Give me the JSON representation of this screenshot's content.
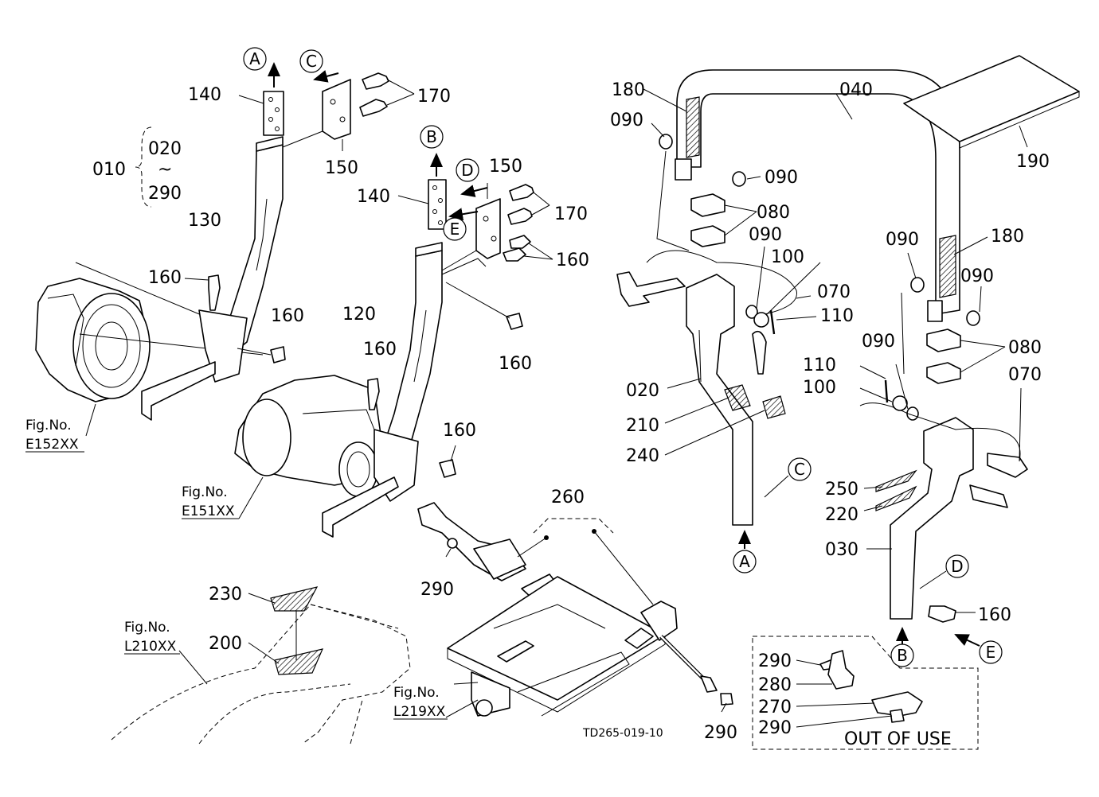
{
  "labels": {
    "l010": "010",
    "l020a": "020",
    "l290a": "290",
    "tilde": "~",
    "l140a": "140",
    "l140b": "140",
    "l130": "130",
    "l120": "120",
    "l150a": "150",
    "l150b": "150",
    "l170a": "170",
    "l170b": "170",
    "l160a": "160",
    "l160b": "160",
    "l160c": "160",
    "l160d": "160",
    "l160e": "160",
    "l160f": "160",
    "l160g": "160",
    "l180a": "180",
    "l180b": "180",
    "l040": "040",
    "l190": "190",
    "l090a": "090",
    "l090b": "090",
    "l090c": "090",
    "l090d": "090",
    "l090e": "090",
    "l090f": "090",
    "l080a": "080",
    "l080b": "080",
    "l100a": "100",
    "l100b": "100",
    "l070a": "070",
    "l070b": "070",
    "l110a": "110",
    "l110b": "110",
    "l020b": "020",
    "l210": "210",
    "l240": "240",
    "l250": "250",
    "l220": "220",
    "l030": "030",
    "l260": "260",
    "l290b": "290",
    "l230": "230",
    "l200": "200",
    "l290c": "290",
    "l290d": "290",
    "l280": "280",
    "l270": "270",
    "l290e": "290",
    "out_of_use": "OUT OF USE",
    "drawing_code": "TD265-019-10"
  },
  "figrefs": {
    "f1_title": "Fig.No.",
    "f1_code": "E152XX",
    "f2_title": "Fig.No.",
    "f2_code": "E151XX",
    "f3_title": "Fig.No.",
    "f3_code": "L210XX",
    "f4_title": "Fig.No.",
    "f4_code": "L219XX"
  },
  "callouts": {
    "cA1": "A",
    "cC1": "C",
    "cB1": "B",
    "cD1": "D",
    "cE1": "E",
    "cC2": "C",
    "cA2": "A",
    "cD2": "D",
    "cB2": "B",
    "cE2": "E"
  }
}
